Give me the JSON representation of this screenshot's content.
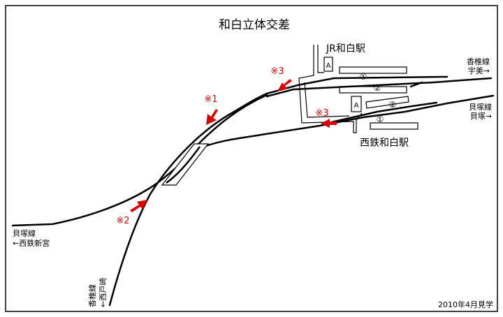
{
  "title": "和白立体交差",
  "footer_note": "2010年4月見学",
  "stations": {
    "jr": "JR和白駅",
    "nishitetsu": "西鉄和白駅"
  },
  "lines": {
    "kashii_east_name": "香椎線",
    "kashii_east_dir": "宇美→",
    "kaizuka_east_name": "貝塚線",
    "kaizuka_east_dir": "貝塚→",
    "kaizuka_west_name": "貝塚線",
    "kaizuka_west_dir": "←西鉄新宮",
    "kashii_south_name": "香椎線",
    "kashii_south_dir": "←西戸崎"
  },
  "markers": {
    "m1": "※1",
    "m2": "※2",
    "m3_jr": "※3",
    "m3_nishitetsu": "※3"
  },
  "platforms": {
    "jr_1": "①",
    "jr_2": "②",
    "nt_1": "①",
    "nt_2": "②"
  },
  "exit_label_jr": "A",
  "exit_label_nt": "A",
  "colors": {
    "track": "#000000",
    "arrow": "#dd0000",
    "marker_text": "#dd0000",
    "frame": "#000000"
  }
}
